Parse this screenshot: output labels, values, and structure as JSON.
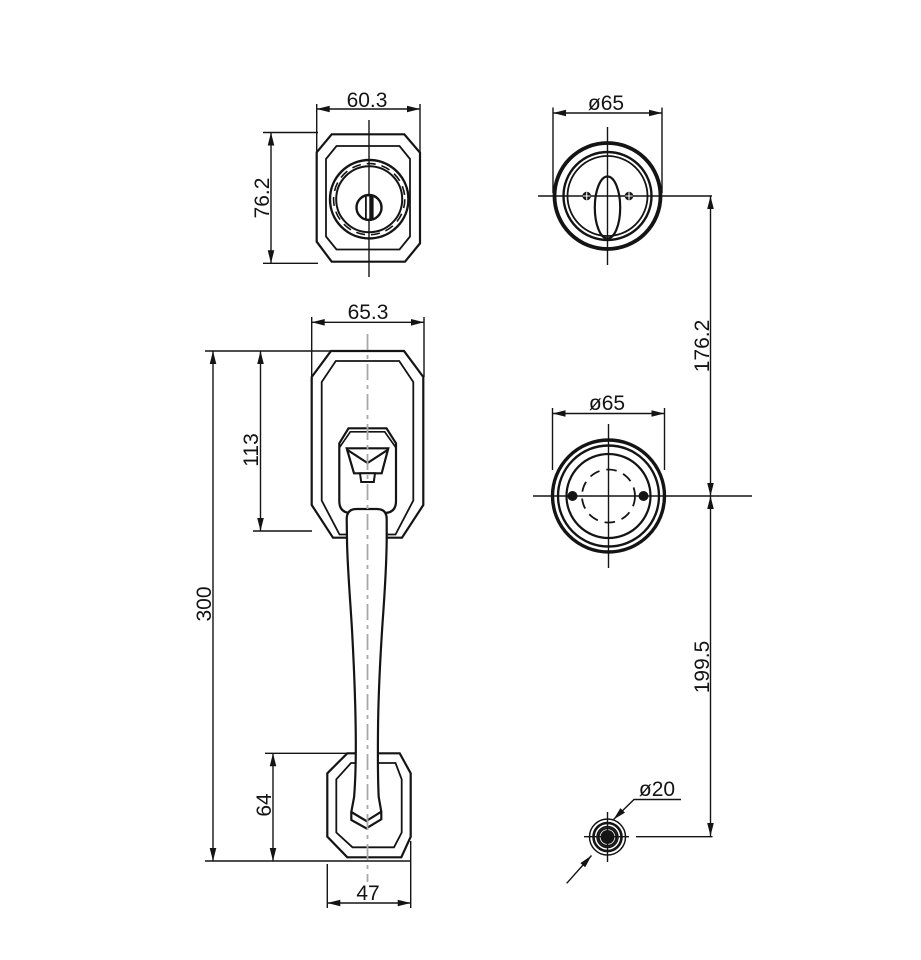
{
  "drawing": {
    "title": "door handleset technical drawing",
    "views": {
      "exterior_cylinder_plate": {
        "width": "60.3",
        "height": "76.2"
      },
      "interior_deadbolt_rose": {
        "diameter": "ø65"
      },
      "interior_lever_rose": {
        "diameter": "ø65"
      },
      "handleset_front": {
        "plate_width": "65.3",
        "upper_plate_height": "113",
        "overall_height": "300",
        "lower_plate_height": "64",
        "lower_plate_width": "47"
      },
      "spindle_end": {
        "diameter": "ø20"
      },
      "spacings": {
        "cylinder_to_rose": "176.2",
        "rose_to_spindle": "199.5"
      }
    },
    "colors": {
      "line": "#141414",
      "centerline": "#a8a8a8",
      "background": "#ffffff"
    }
  }
}
